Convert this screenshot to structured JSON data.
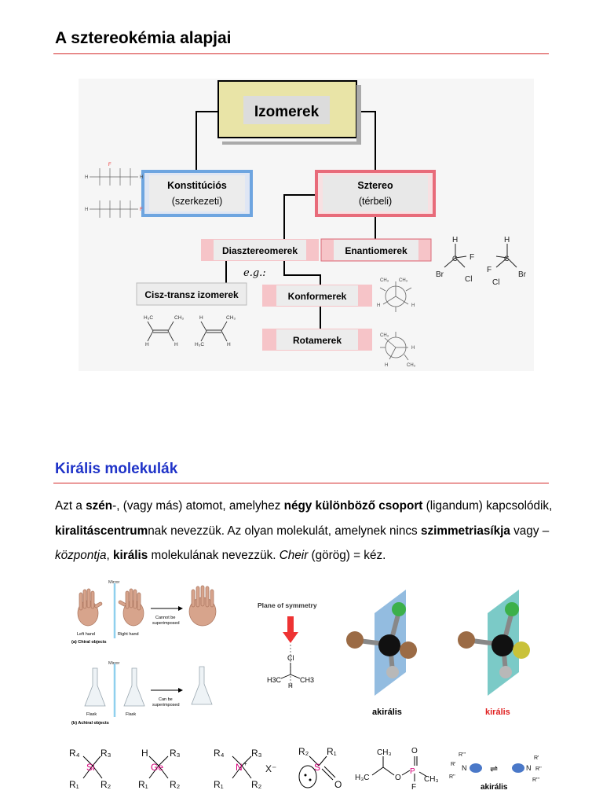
{
  "page": {
    "title": "A sztereokémia alapjai",
    "section_title": "Királis molekulák"
  },
  "paragraph": {
    "s1": "Azt a ",
    "s2": "szén",
    "s3": "-, (vagy más) atomot, amelyhez ",
    "s4": "négy különböző csoport",
    "s5": " (ligandum) kapcsolódik, ",
    "s6": "kiralitáscentrum",
    "s7": "nak nevezzük. Az olyan molekulát, amelynek nincs ",
    "s8": "szimmetriasíkja",
    "s9": " vagy – ",
    "s10": "központja",
    "s11": ", ",
    "s12": "királis",
    "s13": " molekulának nevezzük. ",
    "s14": "Cheir",
    "s15": " (görög) = kéz."
  },
  "diagram": {
    "root": "Izomerek",
    "konst_line1": "Konstitúciós",
    "konst_line2": "(szerkezeti)",
    "stereo_line1": "Sztereo",
    "stereo_line2": "(térbeli)",
    "diastereo": "Diasztereomerek",
    "enantio": "Enantiomerek",
    "cisz": "Cisz-transz izomerek",
    "konformer": "Konformerek",
    "rotamer": "Rotamerek",
    "eg": "e.g.:"
  },
  "hands_figure": {
    "mirror1": "Mirror",
    "left_hand": "Left hand",
    "right_hand": "Right hand",
    "cannot": "Cannot be",
    "superimposed1": "superimposed",
    "chiral": "(a) Chiral objects",
    "mirror2": "Mirror",
    "flask1": "Flask",
    "flask2": "Flask",
    "can": "Can be",
    "superimposed2": "superimposed",
    "achiral": "(b) Achiral objects"
  },
  "symmetry_figure": {
    "label": "Plane of symmetry",
    "cl": "Cl",
    "h3c": "H3C",
    "ch3": "CH3",
    "h": "H"
  },
  "models": {
    "akiralis": "akirális",
    "kiralis": "királis",
    "akiralis_bottom": "akirális"
  },
  "colors": {
    "rule": "#d42a2a",
    "section": "#1f33c8",
    "chiral_label": "#e02020",
    "stereo_atoms": "#d6007a"
  }
}
